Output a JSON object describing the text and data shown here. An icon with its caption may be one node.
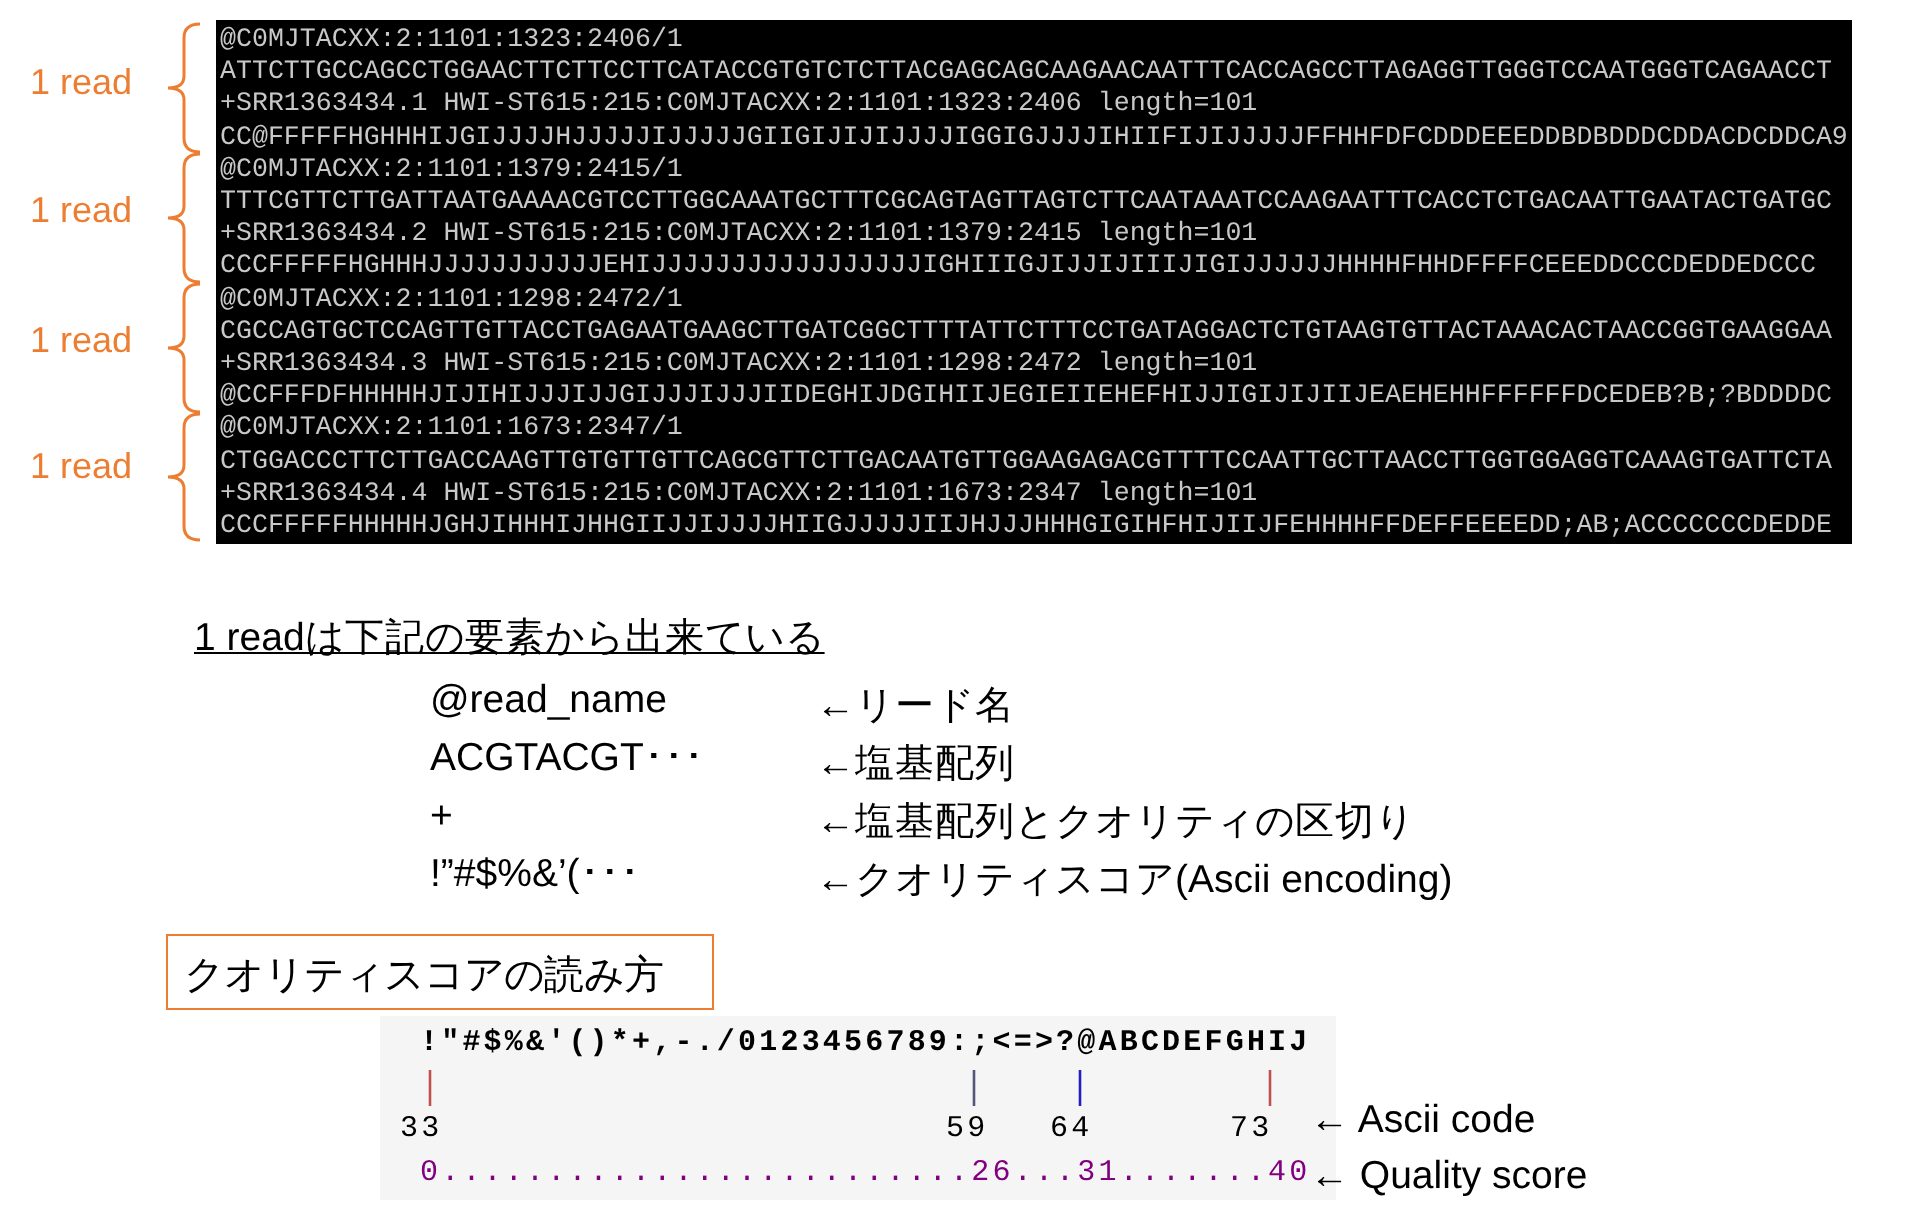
{
  "diagram": {
    "nodes": [
      {
        "text": [
          "@C0MJTACXX:2:1101:1323:2406/1",
          "ATTCTTGCCAGCCTGGAACTTCTTCCTTCATACCGTGTCTCTTACGAGCAGCAAGAACAATTTCACCAGCCTTAGAGGTTGGGTCCAATGGGTCAGAACCT",
          "+SRR1363434.1 HWI-ST615:215:C0MJTACXX:2:1101:1323:2406 length=101",
          "CC@FFFFFHGHHHIJGIJJJJHJJJJJIJJJJJGIIGIJIJIJJJJIGGIGJJJJIHIIFIJIJJJJJFFHHFDFCDDDEEEDDBDBDDDCDDACDCDDCA9",
          "@C0MJTACXX:2:1101:1379:2415/1",
          "TTTCGTTCTTGATTAATGAAAACGTCCTTGGCAAATGCTTTCGCAGTAGTTAGTCTTCAATAAATCCAAGAATTTCACCTCTGACAATTGAATACTGATGC",
          "+SRR1363434.2 HWI-ST615:215:C0MJTACXX:2:1101:1379:2415 length=101",
          "CCCFFFFFHGHHHJJJJJJJJJJJEHIJJJJJJJJJJJJJJJJJIGHIIIGJIJJIJIIIJIGIJJJJJJHHHHFHHDFFFFCEEEDDCCCDEDDEDCCC",
          "@C0MJTACXX:2:1101:1298:2472/1",
          "CGCCAGTGCTCCAGTTGTTACCTGAGAATGAAGCTTGATCGGCTTTTATTCTTTCCTGATAGGACTCTGTAAGTGTTACTAAACACTAACCGGTGAAGGAA",
          "+SRR1363434.3 HWI-ST615:215:C0MJTACXX:2:1101:1298:2472 length=101",
          "@CCFFFDFHHHHHJIJIHIJJJIJJGIJJJIJJJIIDEGHIJDGIHIIJEGIEIIEHEFHIJJIGIJIJIIJEAEHEHHFFFFFFDCEDEB?B;?BDDDDC",
          "@C0MJTACXX:2:1101:1673:2347/1",
          "CTGGACCCTTCTTGACCAAGTTGTGTTGTTCAGCGTTCTTGACAATGTTGGAAGAGACGTTTTCCAATTGCTTAACCTTGGTGGAGGTCAAAGTGATTCTA",
          "+SRR1363434.4 HWI-ST615:215:C0MJTACXX:2:1101:1673:2347 length=101",
          "CCCFFFFFHHHHHJGHJIHHHIJHHGIIJJIJJJJHIIGJJJJJIIJHJJJHHHGIGIHFHIJIIJFEHHHHFFDEFFEEEEDD;AB;ACCCCCCCDEDDE"
        ]
      },
      {
        "text": [
          "クオリティスコアの読み方"
        ]
      }
    ],
    "labels": [
      "1 read",
      "1 read",
      "1 read",
      "1 read",
      "1 readは下記の要素から出来ている",
      "@read_name",
      "←リード名",
      "ACGTACGT･･･",
      "←塩基配列",
      "+",
      "←塩基配列とクオリティの区切り",
      "!”#$%&’(･･･",
      "←クオリティスコア(Ascii encoding)",
      "!\"#$%&'()*+,-./0123456789:;<=>?@ABCDEFGHIJ",
      "33",
      "59",
      "64",
      "73",
      "← Ascii code",
      "0.........................26...31.......40",
      "← Quality score"
    ]
  }
}
